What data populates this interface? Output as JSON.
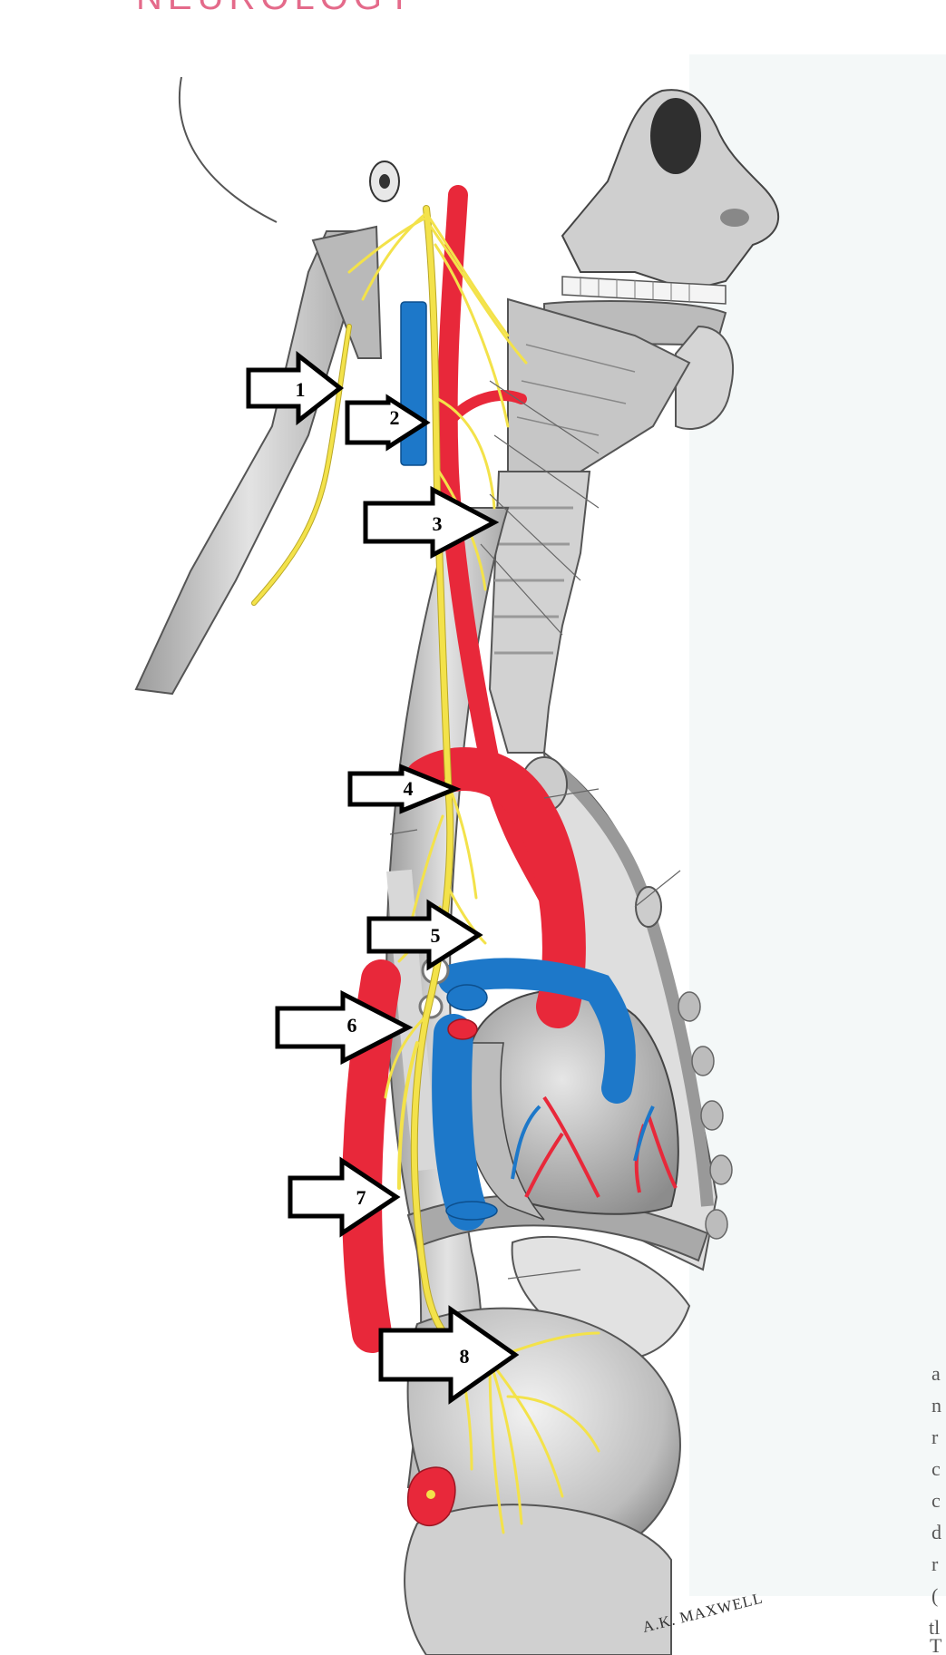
{
  "page": {
    "header": "NEUROLOGY",
    "signature": "A.K. MAXWELL",
    "right_edge_letters": [
      "a",
      "n",
      "r",
      "c",
      "c",
      "d",
      "r",
      "(",
      "tl",
      "T"
    ]
  },
  "arrows": [
    {
      "label": "1"
    },
    {
      "label": "2"
    },
    {
      "label": "3"
    },
    {
      "label": "4"
    },
    {
      "label": "5"
    },
    {
      "label": "6"
    },
    {
      "label": "7"
    },
    {
      "label": "8"
    }
  ],
  "colors": {
    "nerve": "#f3e24a",
    "artery": "#e8283a",
    "vein": "#1d78c9",
    "tissue": "#cfcfcf",
    "header": "#e46a8a"
  }
}
